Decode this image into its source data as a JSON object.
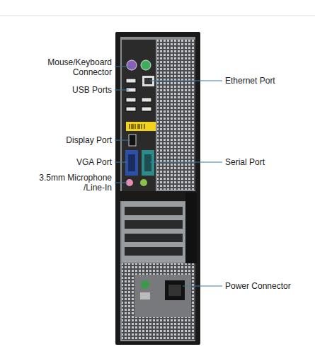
{
  "diagram": {
    "labels": [
      "Mouse/Keyboard Connector",
      "USB Ports",
      "Display Port",
      "VGA Port",
      "3.5mm Microphone /Line-In",
      "Ethernet Port",
      "Serial Port",
      "Power Connector"
    ]
  }
}
